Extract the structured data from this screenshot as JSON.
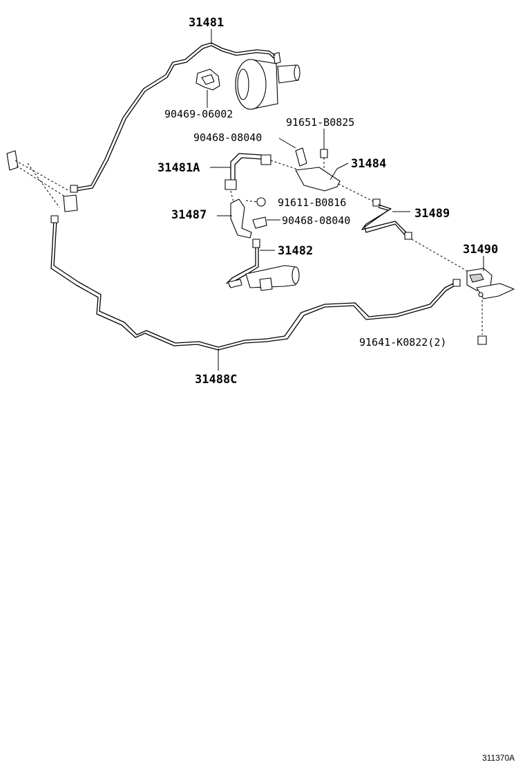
{
  "diagram": {
    "labels": {
      "p31481": "31481",
      "p90469_06002": "90469-06002",
      "p91651_B0825": "91651-B0825",
      "p90468_08040_top": "90468-08040",
      "p31481A": "31481A",
      "p31484": "31484",
      "p91611_B0816": "91611-B0816",
      "p31487": "31487",
      "p90468_08040_bottom": "90468-08040",
      "p31489": "31489",
      "p31482": "31482",
      "p31490": "31490",
      "p91641_K0822": "91641-K0822(2)",
      "p31488C": "31488C"
    },
    "reference_code": "311370A"
  }
}
